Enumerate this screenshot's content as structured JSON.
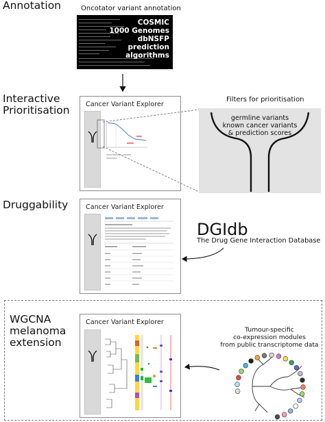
{
  "sections": {
    "annotation": "Annotation",
    "interactive": [
      "Interactive",
      "Prioritisation"
    ],
    "druggability": "Druggability",
    "wgcna": [
      "WGCNA",
      "melanoma",
      "extension"
    ]
  },
  "oncotator": {
    "title": "Oncotator variant annotation",
    "sources": [
      "COSMIC",
      "1000 Genomes",
      "dbNSFP",
      "prediction",
      "algorithms"
    ]
  },
  "app": {
    "title": "Cancer Variant Explorer"
  },
  "filters": {
    "title": "Filters for prioritisation",
    "items": [
      "germline variants",
      "known cancer variants",
      "& prediction scores"
    ]
  },
  "dgidb": {
    "name": "DGIdb",
    "full_name": "The Drug Gene Interaction Database"
  },
  "tumour": {
    "lines": [
      "Tumour-specific",
      "co-expression modules",
      "from public transcriptome data"
    ]
  }
}
